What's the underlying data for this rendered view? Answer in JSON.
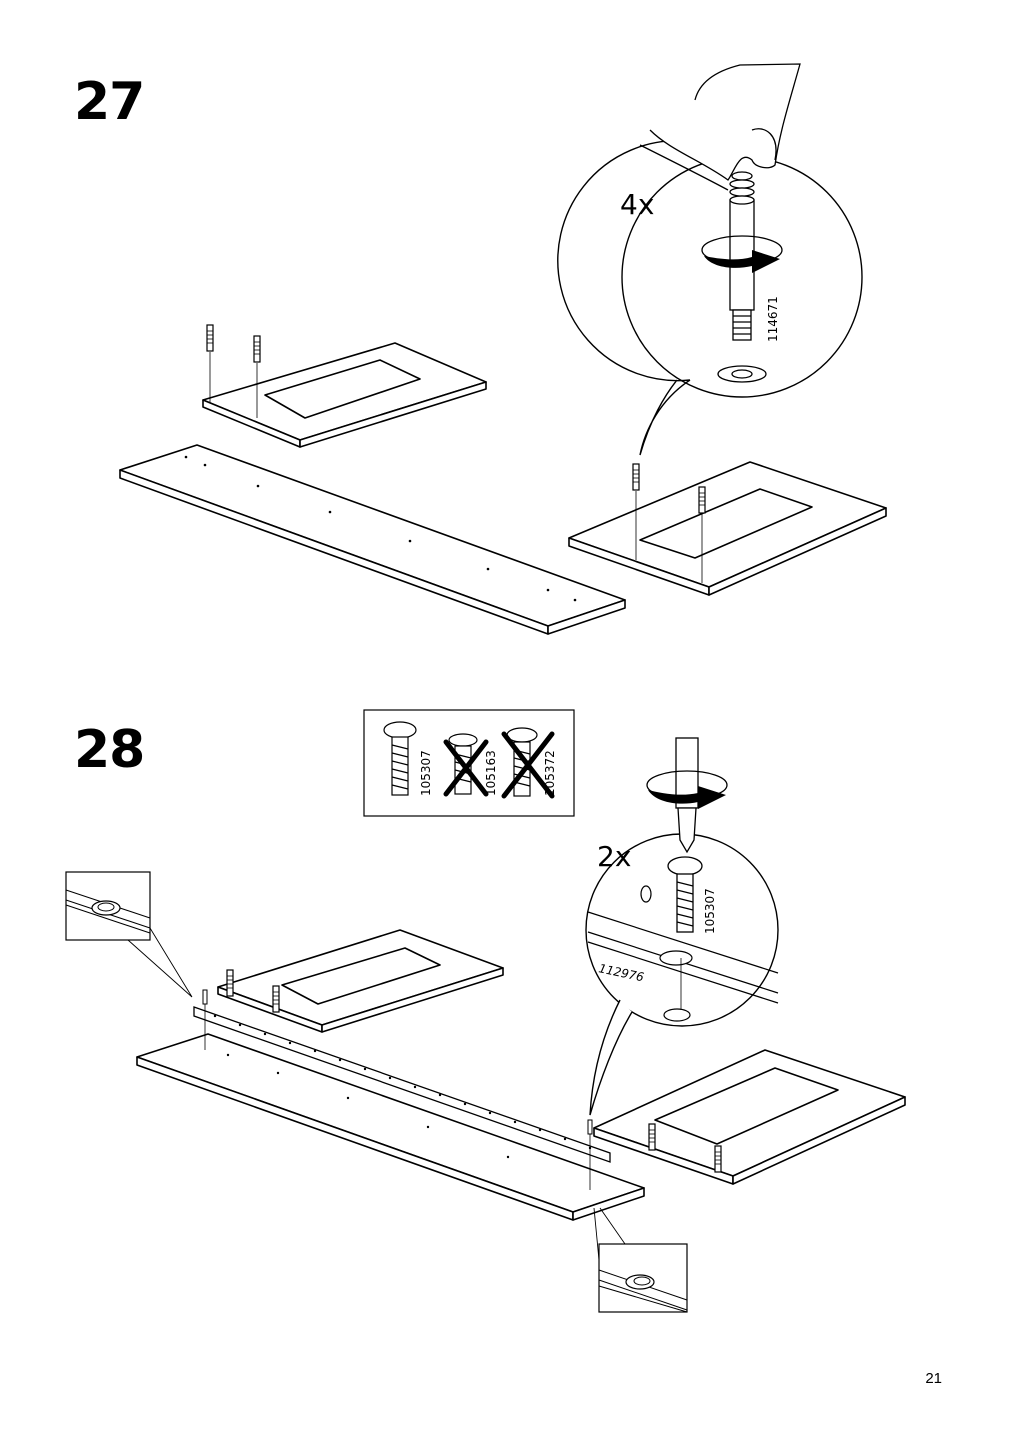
{
  "steps": [
    {
      "number": "27",
      "quantity": "4x",
      "part_number": "114671"
    },
    {
      "number": "28",
      "quantity": "2x",
      "part_number": "105307",
      "hole_part_number": "112976"
    }
  ],
  "screw_legend": {
    "correct": "105307",
    "wrong": [
      "105163",
      "105372"
    ]
  },
  "page_number": "21"
}
